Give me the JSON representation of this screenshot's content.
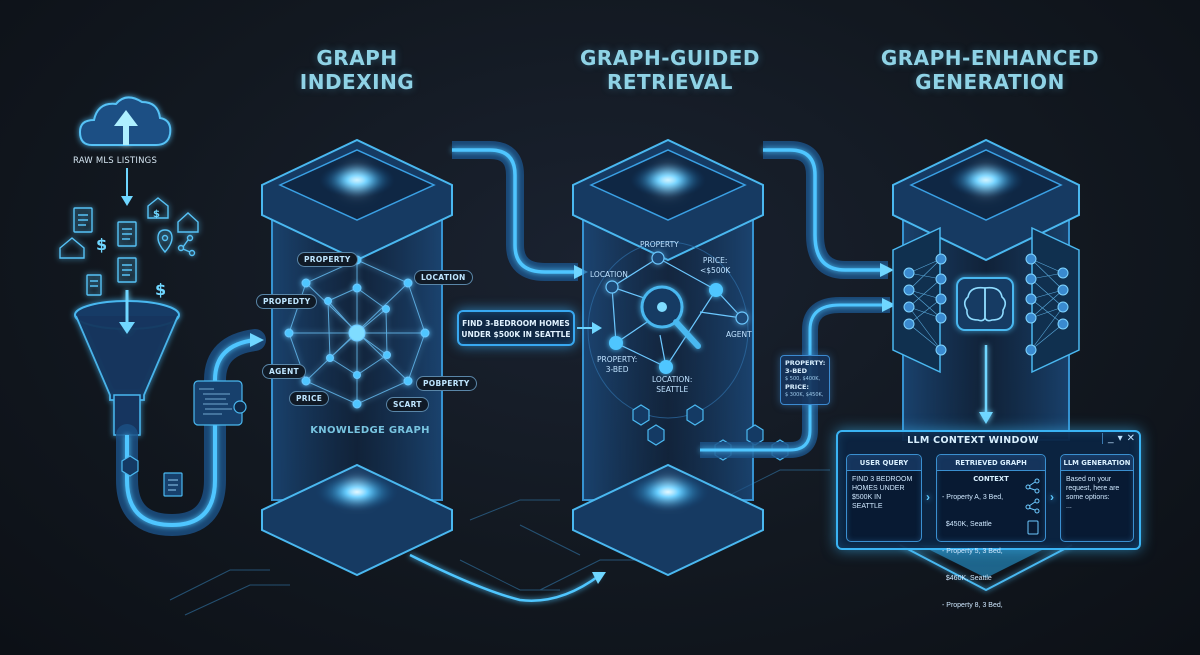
{
  "diagram": {
    "colors": {
      "background": "#121820",
      "glow": "#3ab4f4",
      "title": "#8fd3e6",
      "panel": "#0c2442"
    },
    "source": {
      "label": "RAW MLS LISTINGS",
      "icon": "cloud-upload-icon",
      "scattered_icons": [
        "document-icon",
        "house-icon",
        "dollar-icon",
        "location-pin-icon",
        "graph-share-icon",
        "house-dollar-icon"
      ]
    },
    "stages": [
      {
        "id": "indexing",
        "title_line1": "GRAPH",
        "title_line2": "INDEXING",
        "caption": "KNOWLEDGE GRAPH",
        "chips": [
          "PROPERTY",
          "LOCATION",
          "PROPEDTY",
          "AGENT",
          "PRICE",
          "SCART",
          "POBPERTY"
        ]
      },
      {
        "id": "retrieval",
        "title_line1": "GRAPH-GUIDED",
        "title_line2": "RETRIEVAL",
        "query_line1": "FIND 3-BEDROOM HOMES",
        "query_line2": "UNDER $500K IN SEATTLE",
        "nodes": {
          "property": "PROPERTY",
          "location": "LOCATION",
          "price_line1": "PRICE:",
          "price_line2": "<$500K",
          "agent": "AGENT",
          "prop3_line1": "PROPERTY:",
          "prop3_line2": "3-BED",
          "loc_sea_line1": "LOCATION:",
          "loc_sea_line2": "SEATTLE"
        },
        "result_card": {
          "line1": "PROPERTY:",
          "line2": "3-BED",
          "line3": "$ 500, $400K,",
          "line4": "PRICE:",
          "line5": "$ 300K, $450K,"
        }
      },
      {
        "id": "generation",
        "title_line1": "GRAPH-ENHANCED",
        "title_line2": "GENERATION",
        "icon": "brain-icon"
      }
    ],
    "context_window": {
      "title": "LLM CONTEXT WINDOW",
      "controls": {
        "minimize": "_",
        "pin": "▾",
        "close": "✕"
      },
      "panels": [
        {
          "header": "USER QUERY",
          "lines": [
            "FIND 3 BEDROOM",
            "HOMES UNDER",
            "$500K IN",
            "SEATTLE"
          ]
        },
        {
          "header": "RETRIEVED GRAPH CONTEXT",
          "lines": [
            "- Property A, 3 Bed,",
            "  $450K, Seattle",
            "- Property 5, 3 Bed,",
            "  $460K, Seattle",
            "- Property 8, 3 Bed,"
          ]
        },
        {
          "header": "LLM GENERATION",
          "lines": [
            "Based on your",
            "request, here are",
            "some options:",
            "..."
          ]
        }
      ]
    }
  }
}
